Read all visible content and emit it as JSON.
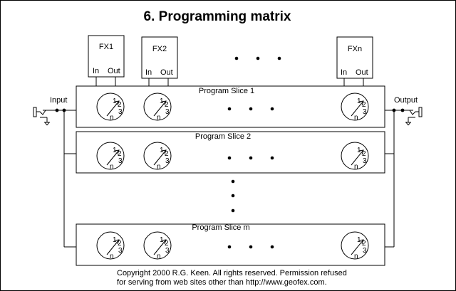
{
  "title": "6. Programming matrix",
  "fx_units": [
    {
      "name": "FX1",
      "in_label": "In",
      "out_label": "Out"
    },
    {
      "name": "FX2",
      "in_label": "In",
      "out_label": "Out"
    },
    {
      "name": "FXn",
      "in_label": "In",
      "out_label": "Out"
    }
  ],
  "input_label": "Input",
  "output_label": "Output",
  "slices": [
    {
      "label": "Program Slice 1"
    },
    {
      "label": "Program Slice 2"
    },
    {
      "label": "Program Slice m"
    }
  ],
  "knob_marks": [
    "1",
    "2",
    "3",
    "n"
  ],
  "copyright": {
    "line1": "Copyright 2000 R.G. Keen. All rights reserved. Permission refused",
    "line2": "for serving from web sites other than http://www.geofex.com."
  }
}
